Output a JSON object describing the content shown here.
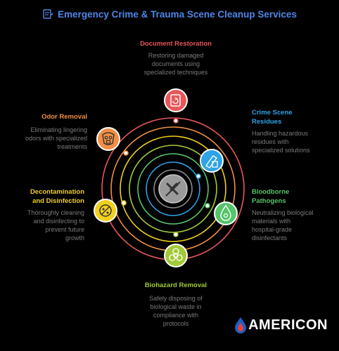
{
  "title": "Emergency Crime & Trauma Scene Cleanup Services",
  "colors": {
    "document": "#e8565a",
    "crime": "#2fa3e6",
    "blood": "#56c46a",
    "biohazard": "#a3c938",
    "decon": "#f1cf1f",
    "odor": "#f28f44",
    "ring_gray": "#8a8a8a"
  },
  "services": {
    "document": {
      "label": "Document Restoration",
      "desc": [
        "Restoring damaged",
        "documents using",
        "specialized techniques"
      ]
    },
    "crime": {
      "label": [
        "Crime Scene",
        "Residues"
      ],
      "desc": [
        "Handling hazardous",
        "residues with",
        "specialized solutions"
      ]
    },
    "blood": {
      "label": [
        "Bloodborne",
        "Pathogens"
      ],
      "desc": [
        "Neutralizing biological",
        "materials with",
        "hospital-grade",
        "disinfectants"
      ]
    },
    "biohazard": {
      "label": "Biohazard Removal",
      "desc": [
        "Safely disposing of",
        "biological waste in",
        "compliance with",
        "protocols"
      ]
    },
    "decon": {
      "label": [
        "Decontamination",
        "and Disinfection"
      ],
      "desc": [
        "Thoroughly cleaning",
        "and disinfecting to",
        "prevent future",
        "growth"
      ]
    },
    "odor": {
      "label": "Odor Removal",
      "desc": [
        "Eliminating lingering",
        "odors with specialized",
        "treatments"
      ]
    }
  },
  "logo": {
    "text": "AMERICON"
  }
}
